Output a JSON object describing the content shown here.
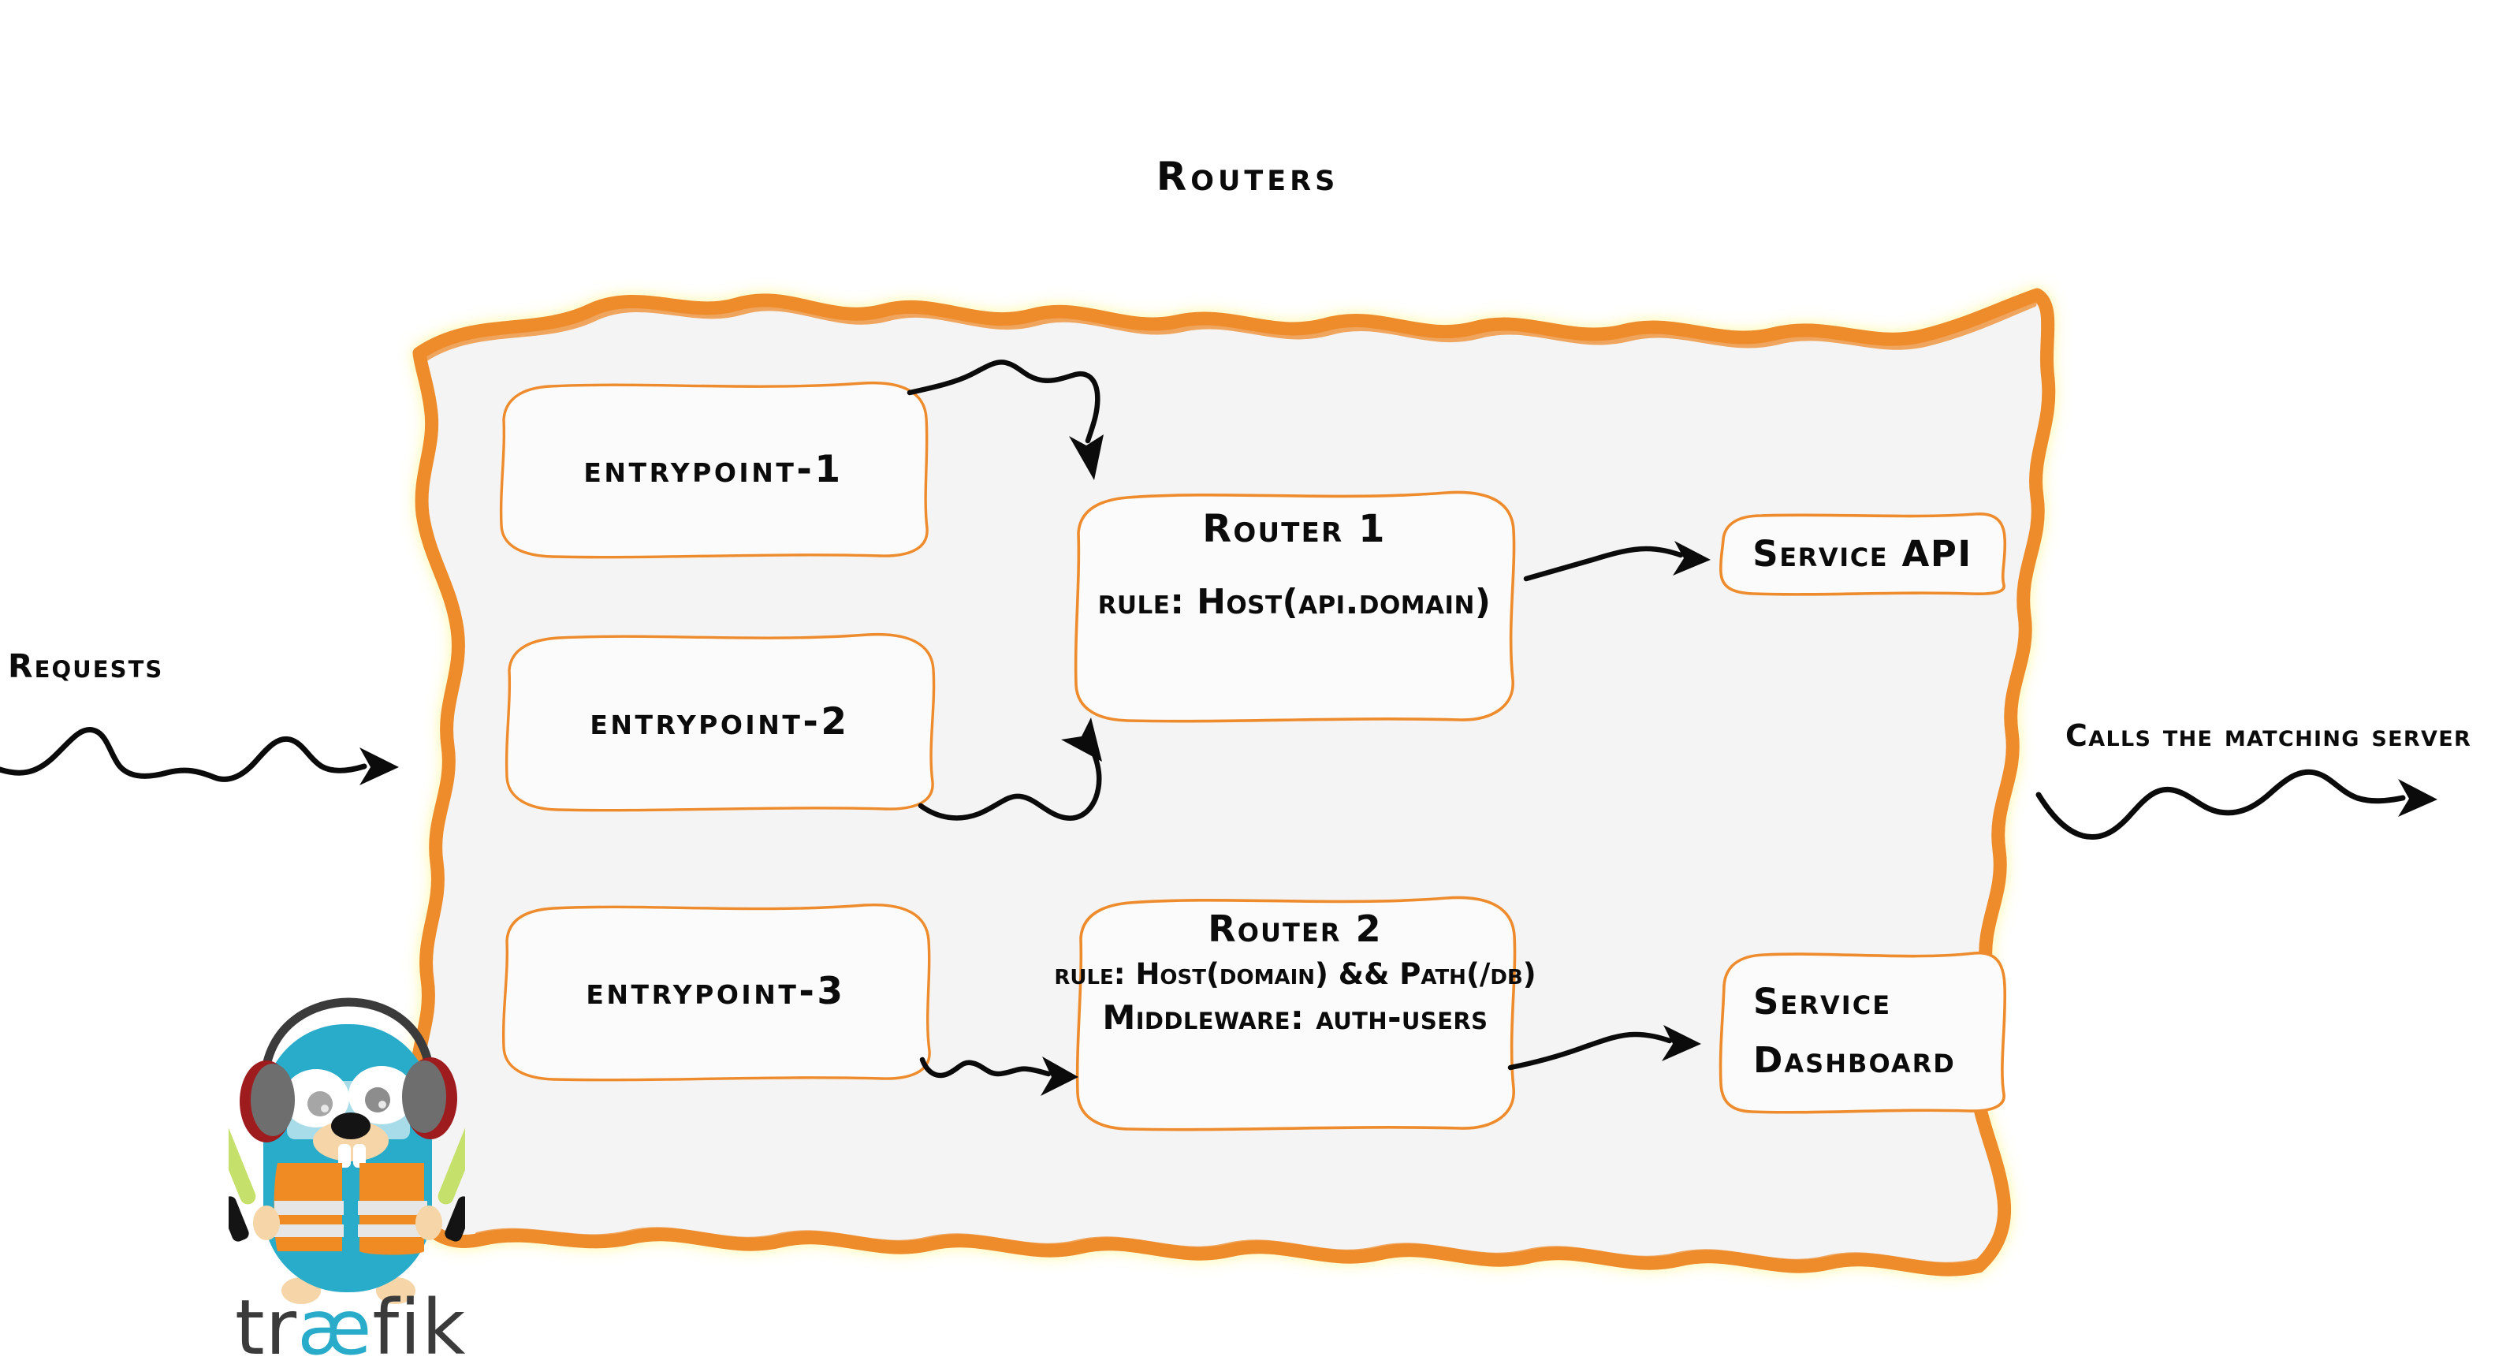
{
  "diagram": {
    "title": "Routers",
    "accent_color": "#ee8b2c",
    "panel_fill": "#f4f4f4",
    "ink_color": "#0b0b0b"
  },
  "entrypoints": [
    {
      "label": "entrypoint-1"
    },
    {
      "label": "entrypoint-2"
    },
    {
      "label": "entrypoint-3"
    }
  ],
  "routers": [
    {
      "title": "Router 1",
      "rule": "rule: Host(api.domain)"
    },
    {
      "title": "Router 2",
      "rule": "rule: Host(domain) && Path(/db)",
      "middleware": "Middleware: auth-users"
    }
  ],
  "services": [
    {
      "label": "Service API"
    },
    {
      "line1": "Service",
      "line2": "Dashboard"
    }
  ],
  "captions": {
    "incoming": "Requests",
    "outgoing": "Calls the matching server"
  },
  "logo": {
    "wordmark_prefix": "tr",
    "wordmark_ligature": "æ",
    "wordmark_suffix": "fik",
    "body_color": "#29abca",
    "vest_color": "#ef8b22",
    "wand_color": "#c5e06b",
    "ligature_color": "#29abca",
    "wordmark_color": "#3b3b3b"
  }
}
